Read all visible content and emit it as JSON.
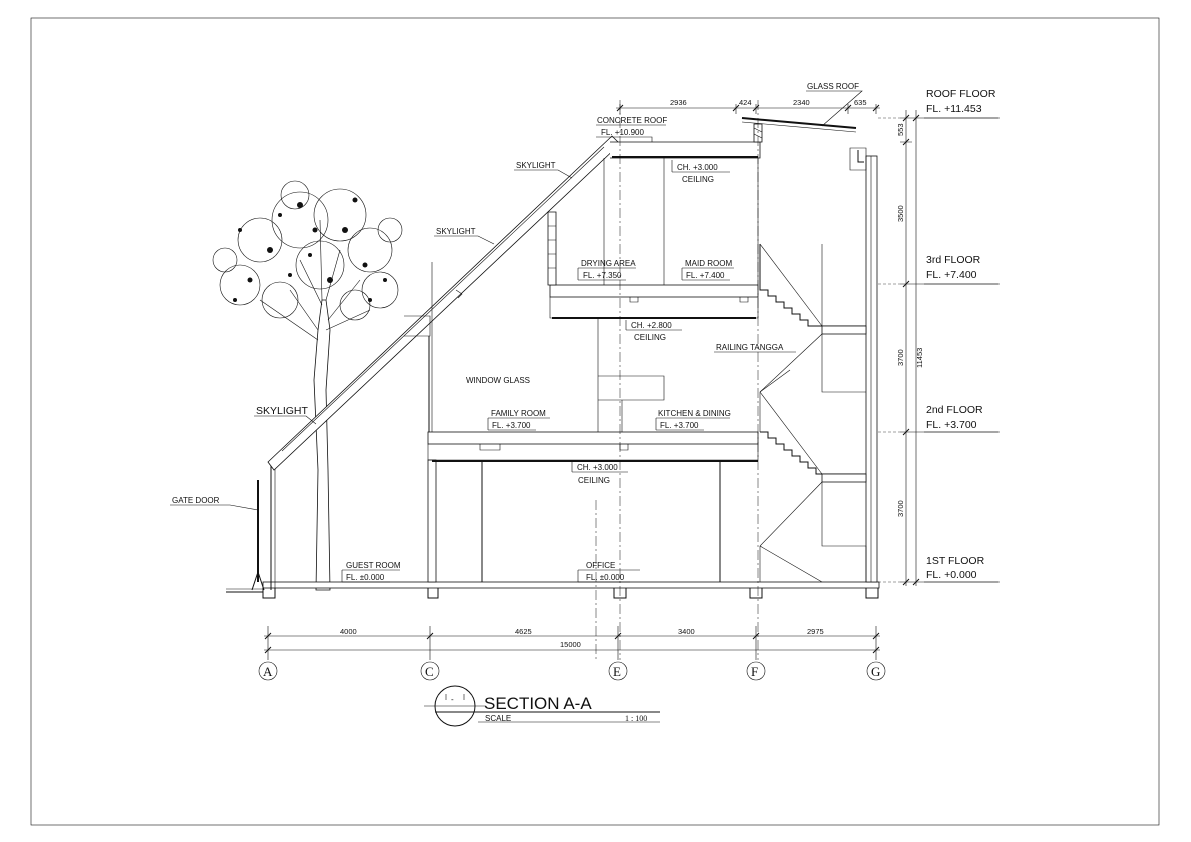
{
  "labels": {
    "glass_roof": "GLASS ROOF",
    "concrete_roof": "CONCRETE ROOF",
    "concrete_roof_fl": "FL. +10.900",
    "skylight_upper": "SKYLIGHT",
    "skylight_mid": "SKYLIGHT",
    "skylight_lower": "SKYLIGHT",
    "ch_top": "CH. +3.000",
    "ceiling_top": "CEILING",
    "drying_area": "DRYING AREA",
    "drying_area_fl": "FL. +7.350",
    "maid_room": "MAID ROOM",
    "maid_room_fl": "FL. +7.400",
    "ch_mid": "CH. +2.800",
    "ceiling_mid": "CEILING",
    "railing": "RAILING TANGGA",
    "window_glass": "WINDOW GLASS",
    "family_room": "FAMILY ROOM",
    "family_room_fl": "FL. +3.700",
    "kitchen": "KITCHEN & DINING",
    "kitchen_fl": "FL. +3.700",
    "ch_low": "CH. +3.000",
    "ceiling_low": "CEILING",
    "gate_door": "GATE DOOR",
    "guest_room": "GUEST ROOM",
    "guest_room_fl": "FL. ±0.000",
    "office": "OFFICE",
    "office_fl": "FL. ±0.000"
  },
  "levels": [
    {
      "name": "ROOF FLOOR",
      "fl": "FL. +11.453"
    },
    {
      "name": "3rd FLOOR",
      "fl": "FL. +7.400"
    },
    {
      "name": "2nd FLOOR",
      "fl": "FL. +3.700"
    },
    {
      "name": "1ST FLOOR",
      "fl": "FL. +0.000"
    }
  ],
  "dims_top": [
    "2936",
    "424",
    "2340",
    "635"
  ],
  "dims_vert": [
    "553",
    "3500",
    "3700",
    "3700",
    "11453"
  ],
  "dims_bottom": [
    "4000",
    "4625",
    "3400",
    "2975"
  ],
  "dim_total": "15000",
  "grid": [
    "A",
    "C",
    "E",
    "F",
    "G"
  ],
  "title": {
    "section_mark": "-",
    "name": "SECTION A-A",
    "scale_label": "SCALE",
    "scale_value": "1 : 100"
  }
}
